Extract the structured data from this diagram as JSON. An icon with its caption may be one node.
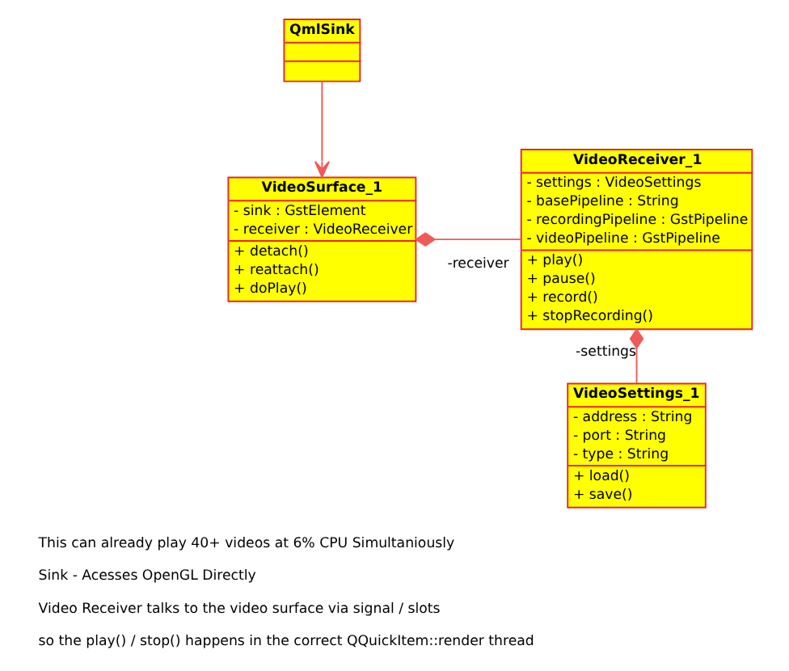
{
  "diagram": {
    "nodes": [
      {
        "text": [
          "QmlSink"
        ]
      },
      {
        "text": [
          "VideoSurface_1",
          "- sink : GstElement",
          "- receiver : VideoReceiver",
          "+ detach()",
          "+ reattach()",
          "+ doPlay()"
        ]
      },
      {
        "text": [
          "VideoReceiver_1",
          "- settings : VideoSettings",
          "- basePipeline : String",
          "- recordingPipeline : GstPipeline",
          "- videoPipeline : GstPipeline",
          "+ play()",
          "+ pause()",
          "+ record()",
          "+ stopRecording()"
        ]
      },
      {
        "text": [
          "VideoSettings_1",
          "- address : String",
          "- port : String",
          "- type : String",
          "+ load()",
          "+ save()"
        ]
      }
    ],
    "edges": [
      {
        "from": 0,
        "to": 1,
        "arrow": "to"
      },
      {
        "from": 1,
        "to": 2,
        "arrow": "other",
        "label": "-receiver"
      },
      {
        "from": 2,
        "to": 3,
        "arrow": "other",
        "label": "-settings"
      }
    ],
    "labels": [
      "This can already play 40+ videos at 6% CPU Simultaniously",
      "Sink - Acesses OpenGL Directly",
      "Video Receiver talks to the video surface via signal / slots",
      "so the play() / stop() happens in the correct QQuickItem::render thread"
    ]
  }
}
